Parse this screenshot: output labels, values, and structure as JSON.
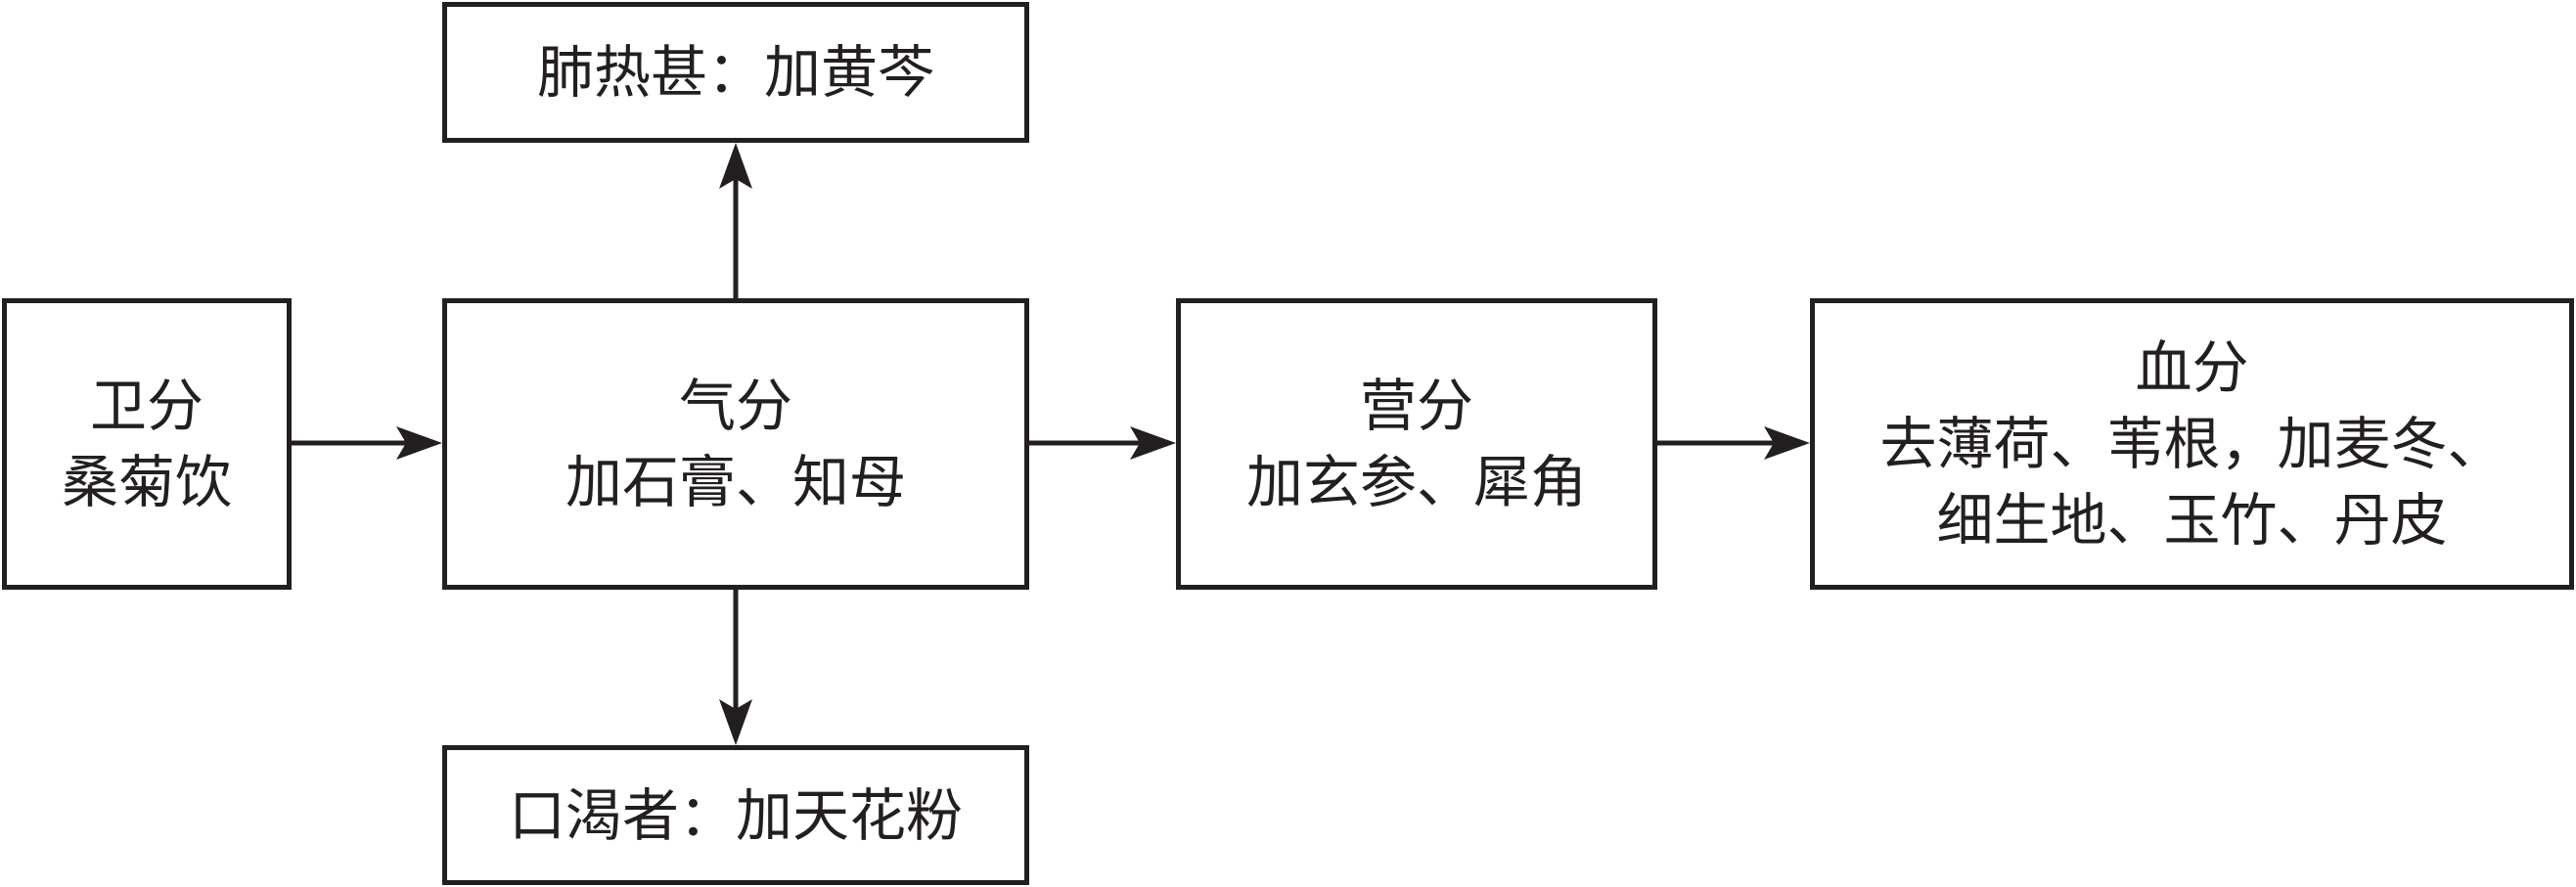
{
  "nodes": {
    "wei": {
      "lines": [
        "卫分",
        "桑菊饮"
      ]
    },
    "qi": {
      "lines": [
        "气分",
        "加石膏、知母"
      ]
    },
    "ying": {
      "lines": [
        "营分",
        "加玄参、犀角"
      ]
    },
    "xue": {
      "lines": [
        "血分",
        "去薄荷、苇根，加麦冬、",
        "细生地、玉竹、丹皮"
      ]
    },
    "lung": {
      "lines": [
        "肺热甚：加黄芩"
      ]
    },
    "thirst": {
      "lines": [
        "口渴者：加天花粉"
      ]
    }
  },
  "edges": [
    {
      "from": "wei",
      "to": "qi"
    },
    {
      "from": "qi",
      "to": "ying"
    },
    {
      "from": "ying",
      "to": "xue"
    },
    {
      "from": "qi",
      "to": "lung"
    },
    {
      "from": "qi",
      "to": "thirst"
    }
  ],
  "colors": {
    "stroke": "#231f20",
    "text": "#231f20",
    "background": "#ffffff"
  }
}
